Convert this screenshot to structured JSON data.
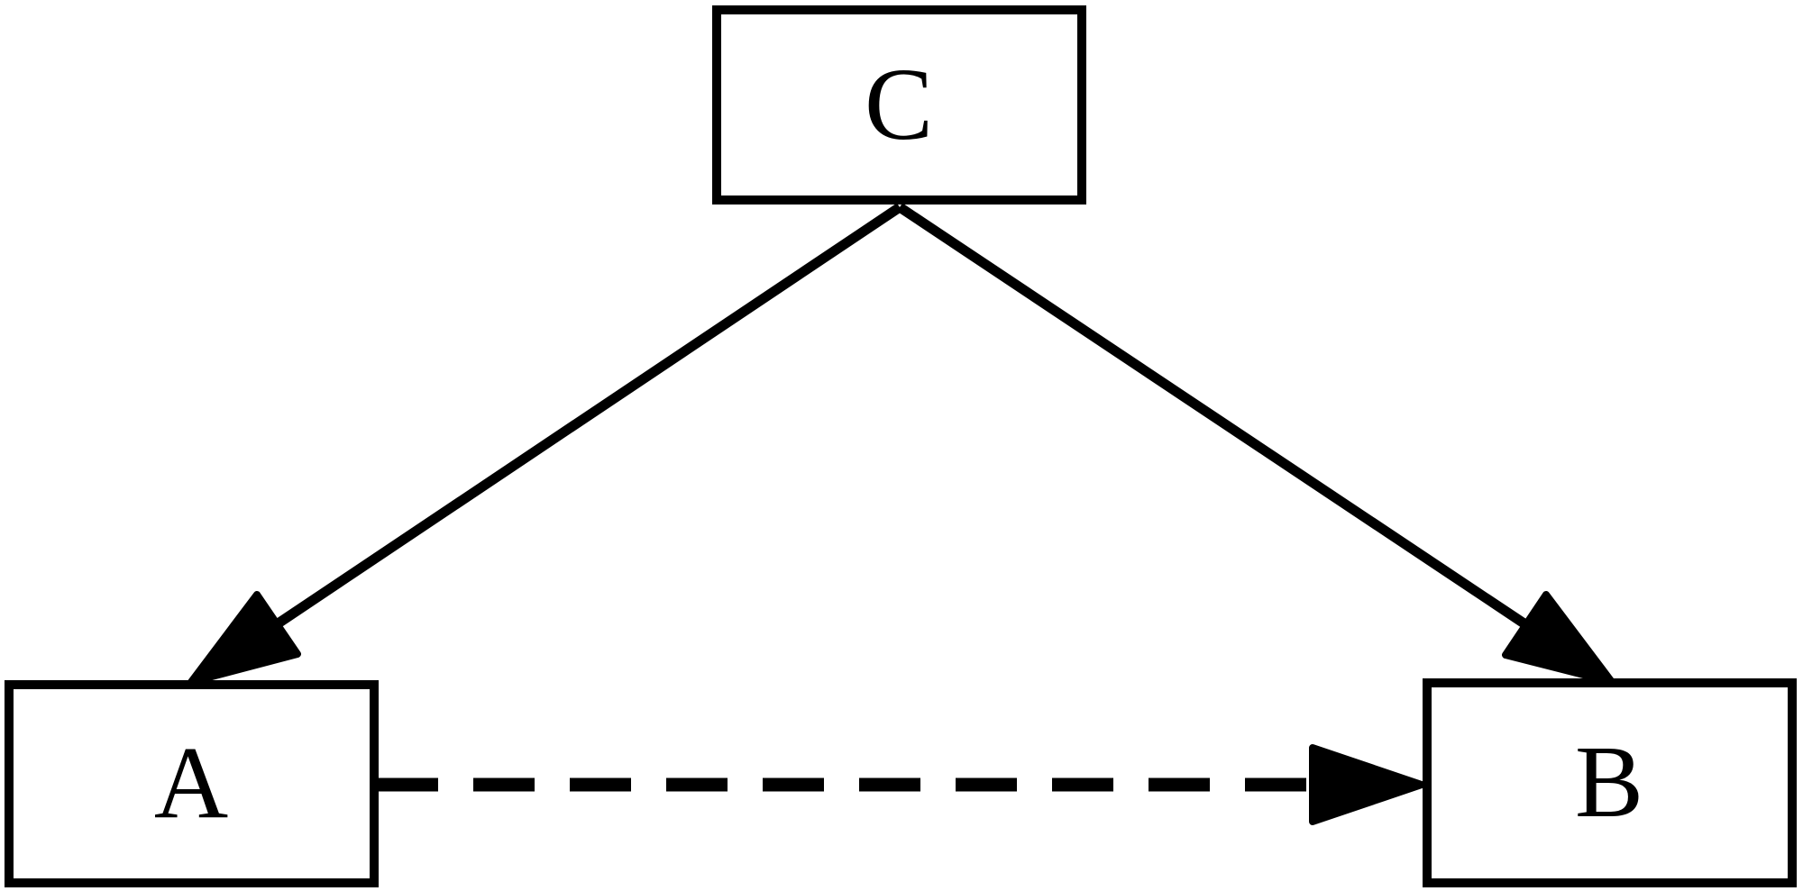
{
  "diagram": {
    "type": "path-diagram",
    "background_color": "#ffffff",
    "stroke_color": "#000000",
    "nodes": {
      "c": {
        "id": "C",
        "label": "C",
        "position": "top-center"
      },
      "a": {
        "id": "A",
        "label": "A",
        "position": "bottom-left"
      },
      "b": {
        "id": "B",
        "label": "B",
        "position": "bottom-right"
      }
    },
    "edges": [
      {
        "from": "C",
        "to": "A",
        "style": "solid",
        "arrowhead": "filled-triangle"
      },
      {
        "from": "C",
        "to": "B",
        "style": "solid",
        "arrowhead": "filled-triangle"
      },
      {
        "from": "A",
        "to": "B",
        "style": "dashed",
        "arrowhead": "filled-triangle"
      }
    ]
  }
}
